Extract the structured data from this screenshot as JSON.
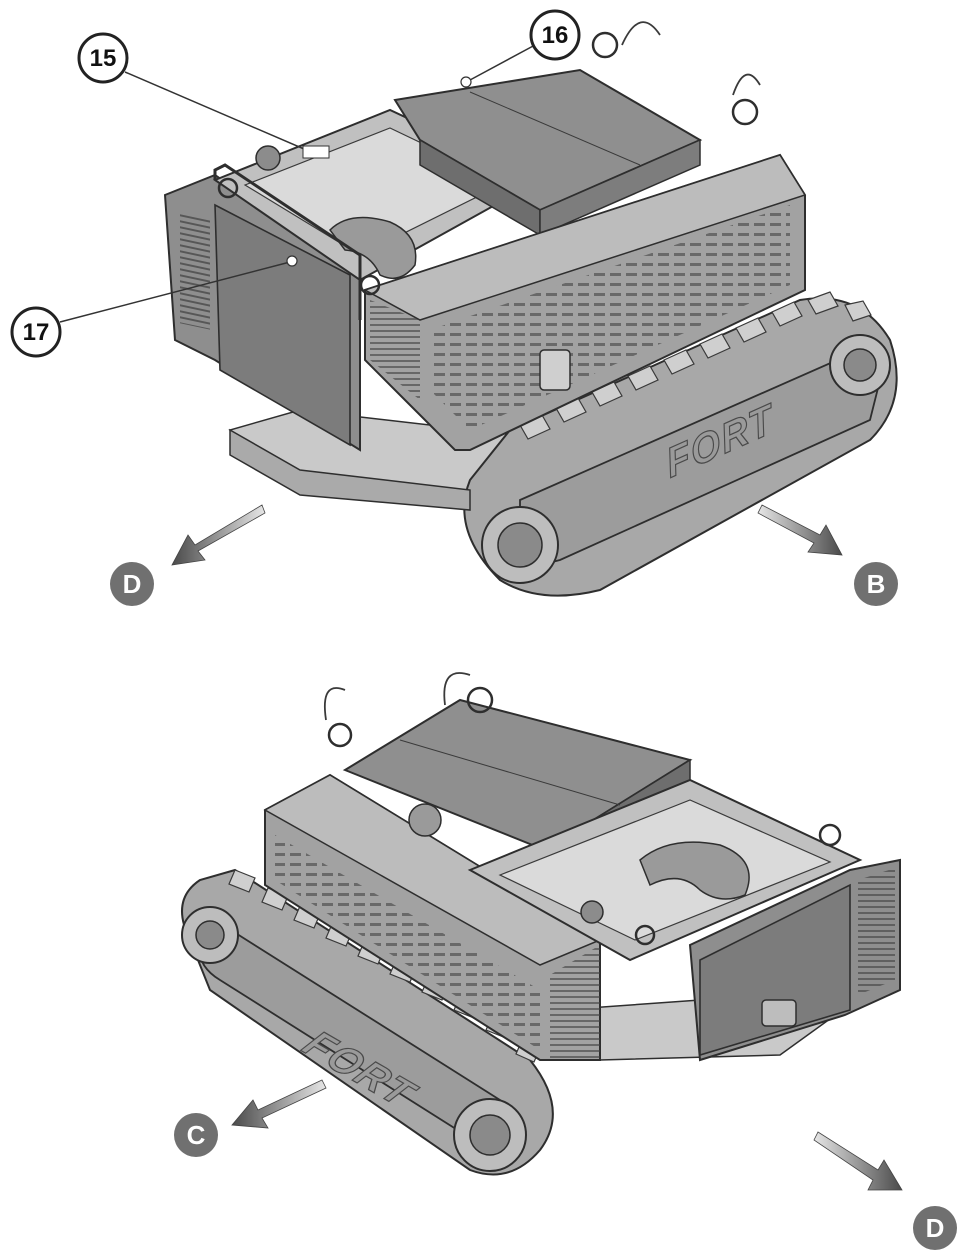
{
  "callouts": [
    "15",
    "16",
    "17"
  ],
  "brand": "FORT",
  "directions": {
    "top_left": "D",
    "top_right": "B",
    "bottom_left": "C",
    "bottom_right": "D"
  },
  "colors": {
    "body_light": "#b3b3b3",
    "body_mid": "#8c8c8c",
    "body_dark": "#5e5e5e",
    "outline": "#2e2e2e",
    "badge": "#707070",
    "arrow": "#5a5a5a"
  }
}
